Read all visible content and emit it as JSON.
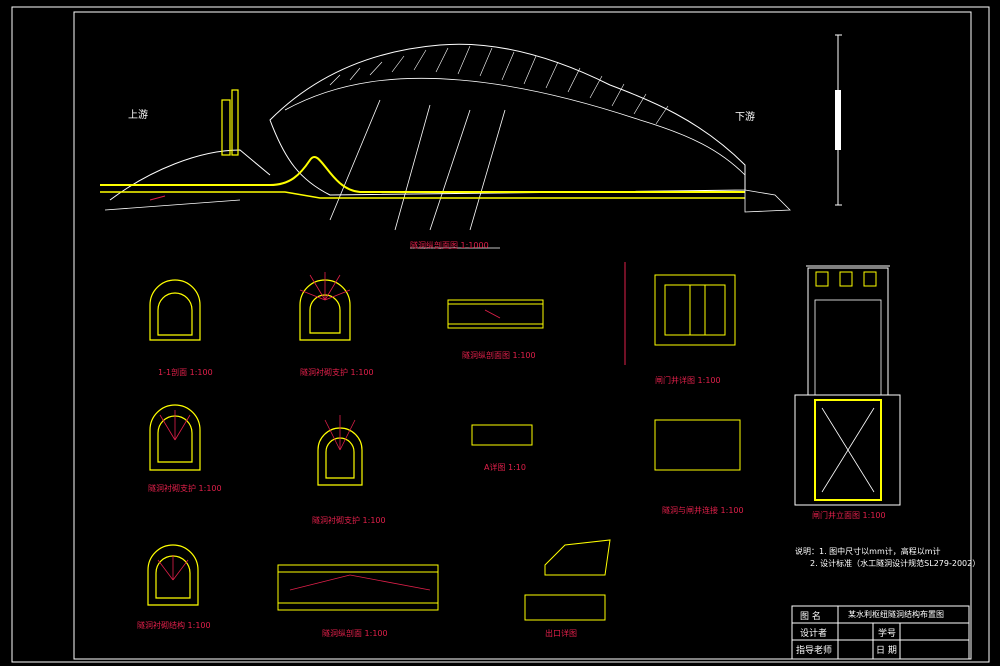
{
  "labels": {
    "upstream": "上游",
    "downstream": "下游",
    "main_section": "隧洞纵剖面图 1:1000"
  },
  "detail_titles": [
    "1-1剖面 1:100",
    "隧洞衬砌支护 1:100",
    "隧洞纵剖面图 1:100",
    "闸门井详图 1:100",
    "隧洞衬砌支护 1:100",
    "隧洞衬砌支护 1:100",
    "A详图 1:10",
    "隧洞与闸井连接 1:100",
    "隧洞衬砌结构 1:100",
    "隧洞纵剖面 1:100",
    "出口详图",
    "闸门井立面图 1:100"
  ],
  "notes": [
    "说明：1. 图中尺寸以mm计，高程以m计",
    "2. 设计标准（水工隧洞设计规范SL279-2002）"
  ],
  "title_block": {
    "drawing_name_label": "图  名",
    "drawing_name": "某水利枢纽隧洞结构布置图",
    "designer_label": "设计者",
    "student_id_label": "学号",
    "advisor_label": "指导老师",
    "date_label": "日  期"
  },
  "colors": {
    "frame": "#ffffff",
    "structure": "#ffff00",
    "annotation": "#ff2040",
    "terrain": "#ffffff"
  }
}
